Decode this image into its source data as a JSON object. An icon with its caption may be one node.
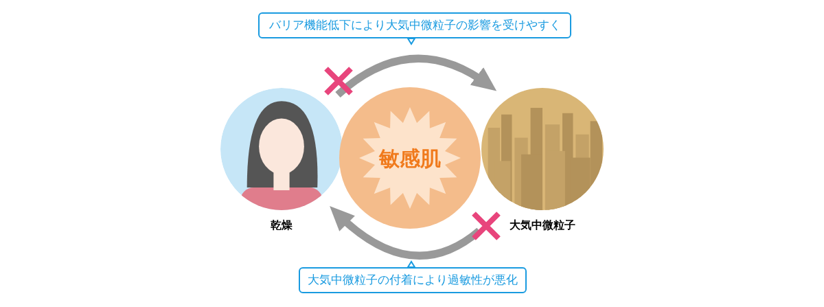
{
  "diagram": {
    "nodes": [
      {
        "text": [
          "バリア機能低下により大気中微粒子の影響を受けやすく"
        ]
      },
      {
        "text": [
          "乾燥"
        ]
      },
      {
        "text": [
          "敏感肌"
        ]
      },
      {
        "text": [
          "大気中微粒子"
        ]
      },
      {
        "text": [
          "大気中微粒子の付着により過敏性が悪化"
        ]
      }
    ],
    "edges": [
      {
        "from": 1,
        "to": 3,
        "arrow": "to"
      },
      {
        "from": 3,
        "to": 1,
        "arrow": "to"
      }
    ]
  }
}
